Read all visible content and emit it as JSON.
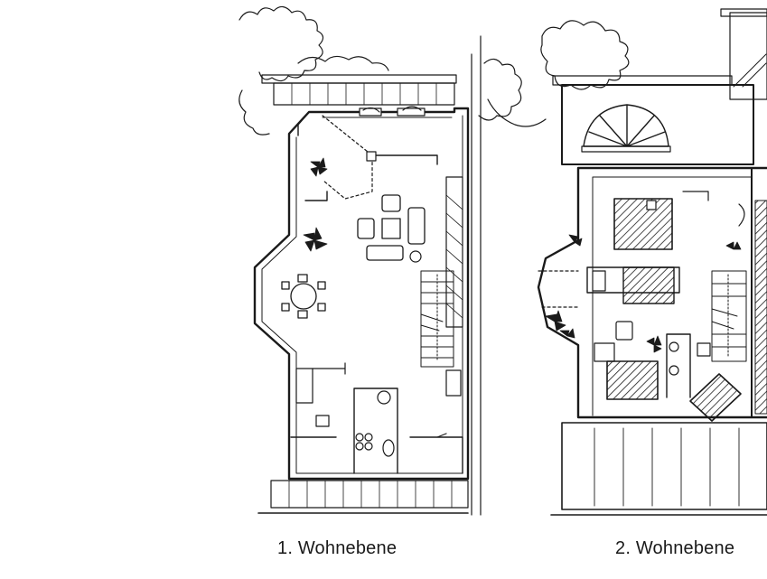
{
  "captions": {
    "level_1": "1. Wohnebene",
    "level_2": "2. Wohnebene"
  },
  "colors": {
    "ink": "#1a1a1a",
    "paper": "#ffffff"
  },
  "icons": [
    "tree-outline",
    "plant-symbol",
    "dining-table",
    "sofa-set",
    "staircase",
    "toilet",
    "washbasin",
    "bed-hatched"
  ]
}
